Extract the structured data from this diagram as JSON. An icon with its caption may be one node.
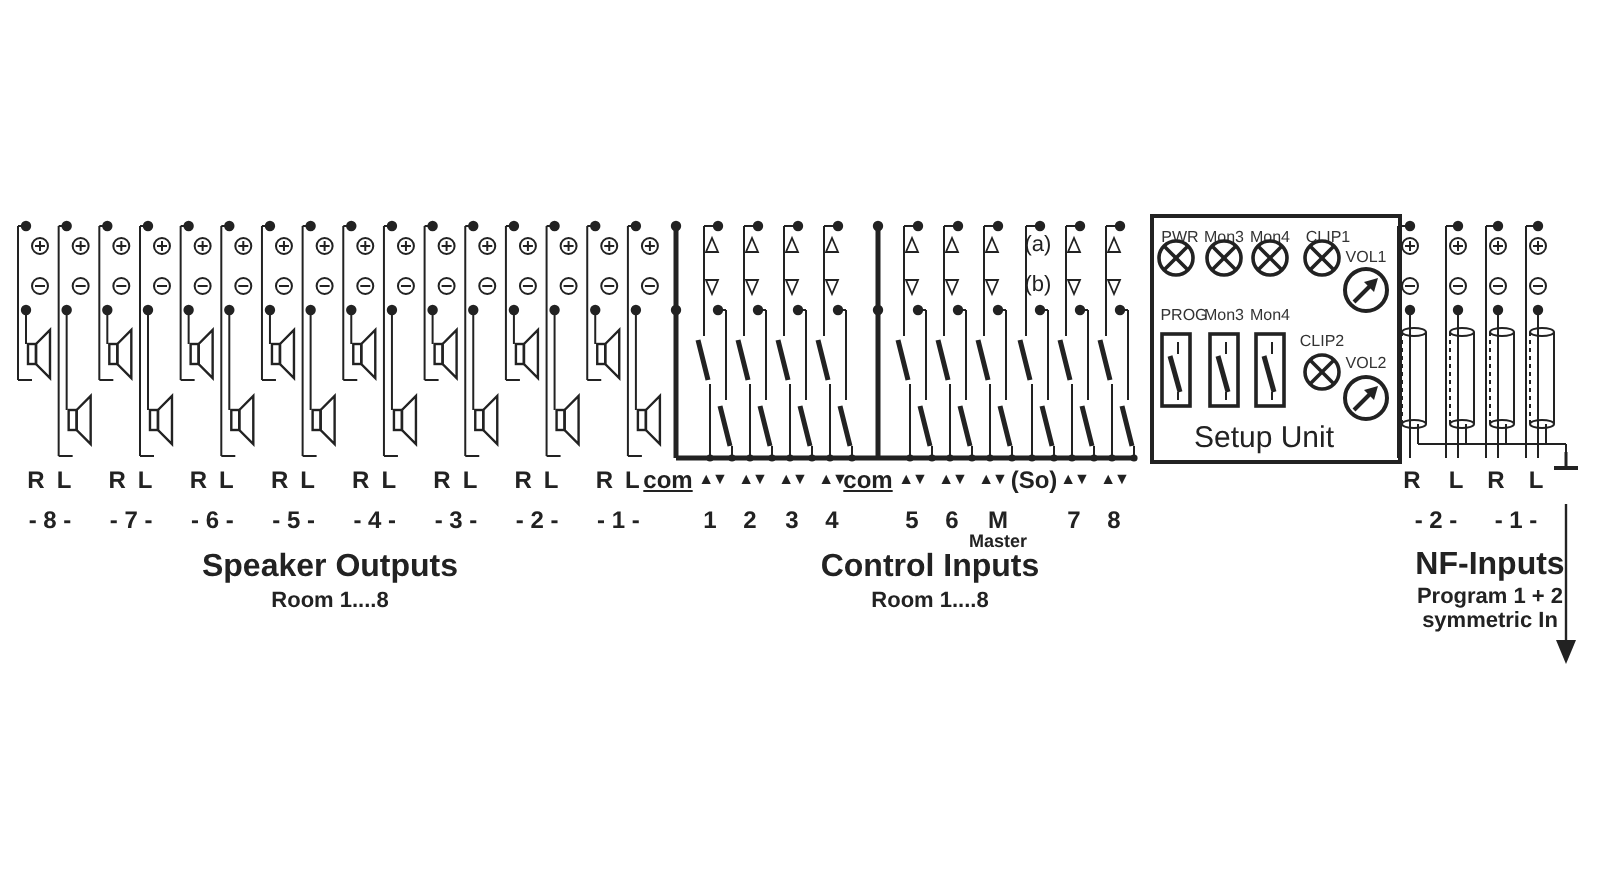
{
  "diagram": {
    "nodes": [
      {
        "text": [
          "PWR",
          "Mon3",
          "Mon4",
          "CLIP1",
          "VOL1",
          "PROG",
          "Mon3",
          "Mon4",
          "CLIP2",
          "VOL2",
          "Setup Unit"
        ]
      }
    ],
    "labels": [
      "(a)",
      "(b)",
      "R",
      "L",
      "R",
      "L",
      "R",
      "L",
      "R",
      "L",
      "R",
      "L",
      "R",
      "L",
      "R",
      "L",
      "R",
      "L",
      "com",
      "▲▼",
      "▲▼",
      "▲▼",
      "▲▼",
      "com",
      "▲▼",
      "▲▼",
      "▲▼",
      "(So)",
      "▲▼",
      "▲▼",
      "R",
      "L",
      "R",
      "L",
      "- 8 -",
      "- 7 -",
      "- 6 -",
      "- 5 -",
      "- 4 -",
      "- 3 -",
      "- 2 -",
      "- 1 -",
      "1",
      "2",
      "3",
      "4",
      "5",
      "6",
      "M",
      "7",
      "8",
      "- 2 -",
      "- 1 -",
      "Master",
      "Speaker Outputs",
      "Control Inputs",
      "NF-Inputs",
      "Room 1....8",
      "Room 1....8",
      "Program 1 + 2",
      "symmetric In"
    ]
  }
}
